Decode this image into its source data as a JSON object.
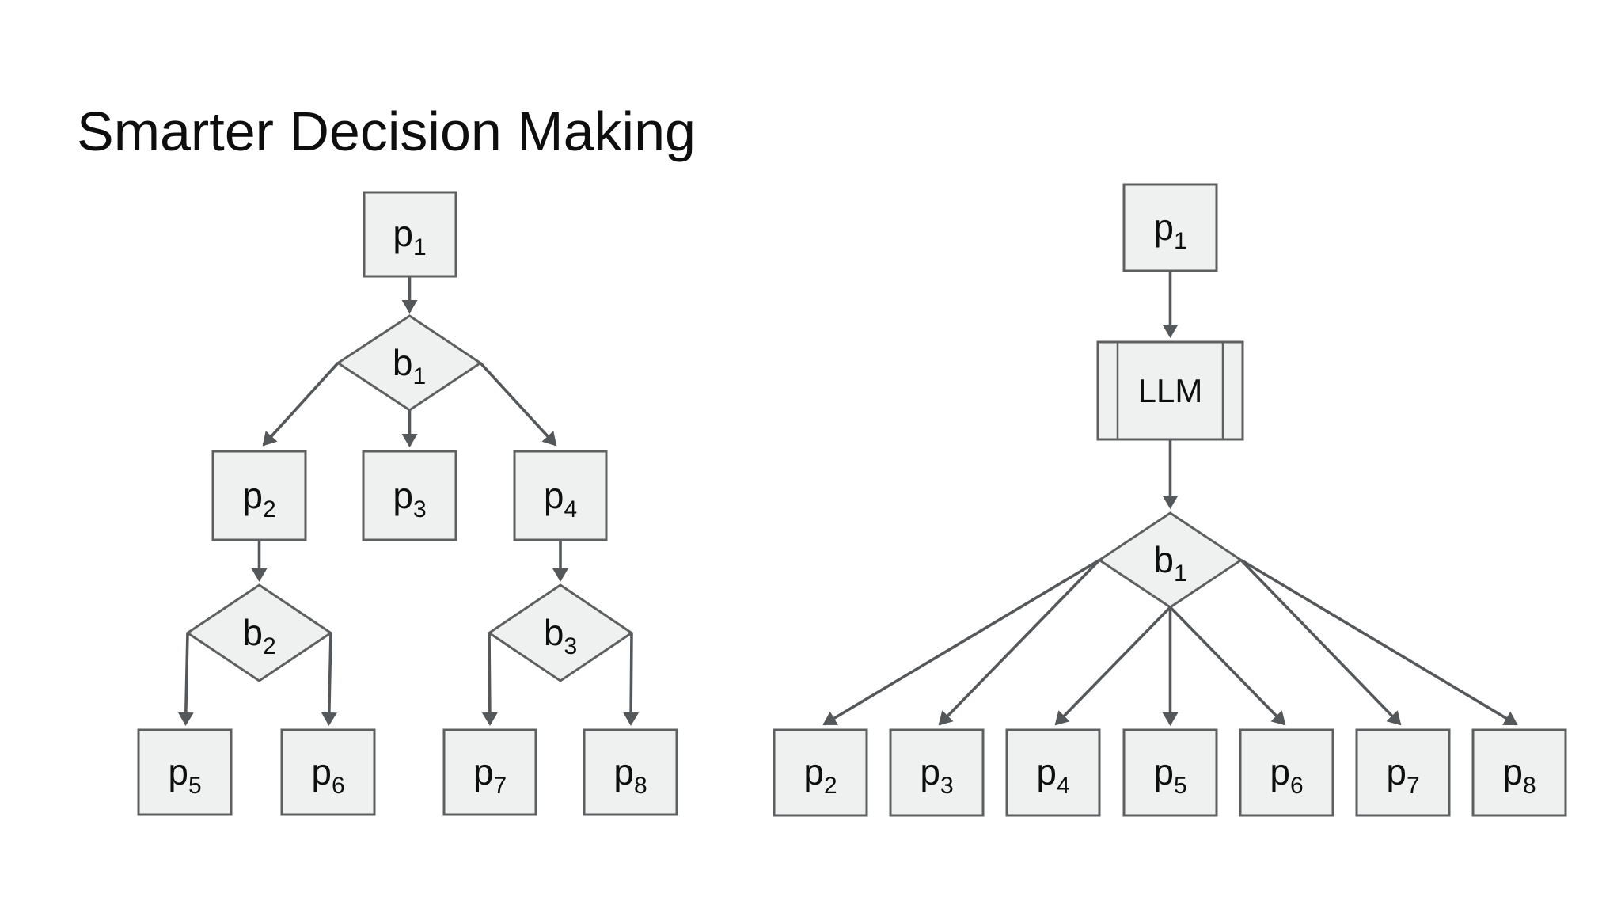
{
  "title": "Smarter Decision Making",
  "colors": {
    "background": "#ffffff",
    "node_fill": "#eff0f0",
    "node_stroke": "#5d5f61",
    "arrow": "#55585a",
    "text": "#0e0e0e"
  },
  "nodes": {
    "left": {
      "p1": {
        "base": "p",
        "sub": "1",
        "shape": "square"
      },
      "b1": {
        "base": "b",
        "sub": "1",
        "shape": "diamond"
      },
      "p2": {
        "base": "p",
        "sub": "2",
        "shape": "square"
      },
      "p3": {
        "base": "p",
        "sub": "3",
        "shape": "square"
      },
      "p4": {
        "base": "p",
        "sub": "4",
        "shape": "square"
      },
      "b2": {
        "base": "b",
        "sub": "2",
        "shape": "diamond"
      },
      "b3": {
        "base": "b",
        "sub": "3",
        "shape": "diamond"
      },
      "p5": {
        "base": "p",
        "sub": "5",
        "shape": "square"
      },
      "p6": {
        "base": "p",
        "sub": "6",
        "shape": "square"
      },
      "p7": {
        "base": "p",
        "sub": "7",
        "shape": "square"
      },
      "p8": {
        "base": "p",
        "sub": "8",
        "shape": "square"
      }
    },
    "right": {
      "p1": {
        "base": "p",
        "sub": "1",
        "shape": "square"
      },
      "llm": {
        "base": "LLM",
        "sub": "",
        "shape": "predefined-process"
      },
      "b1": {
        "base": "b",
        "sub": "1",
        "shape": "diamond"
      },
      "p2": {
        "base": "p",
        "sub": "2",
        "shape": "square"
      },
      "p3": {
        "base": "p",
        "sub": "3",
        "shape": "square"
      },
      "p4": {
        "base": "p",
        "sub": "4",
        "shape": "square"
      },
      "p5": {
        "base": "p",
        "sub": "5",
        "shape": "square"
      },
      "p6": {
        "base": "p",
        "sub": "6",
        "shape": "square"
      },
      "p7": {
        "base": "p",
        "sub": "7",
        "shape": "square"
      },
      "p8": {
        "base": "p",
        "sub": "8",
        "shape": "square"
      }
    }
  },
  "edges": {
    "left": [
      [
        "p1",
        "b1"
      ],
      [
        "b1",
        "p2"
      ],
      [
        "b1",
        "p3"
      ],
      [
        "b1",
        "p4"
      ],
      [
        "p2",
        "b2"
      ],
      [
        "b2",
        "p5"
      ],
      [
        "b2",
        "p6"
      ],
      [
        "p4",
        "b3"
      ],
      [
        "b3",
        "p7"
      ],
      [
        "b3",
        "p8"
      ]
    ],
    "right": [
      [
        "p1",
        "llm"
      ],
      [
        "llm",
        "b1"
      ],
      [
        "b1",
        "p2"
      ],
      [
        "b1",
        "p3"
      ],
      [
        "b1",
        "p4"
      ],
      [
        "b1",
        "p5"
      ],
      [
        "b1",
        "p6"
      ],
      [
        "b1",
        "p7"
      ],
      [
        "b1",
        "p8"
      ]
    ]
  }
}
